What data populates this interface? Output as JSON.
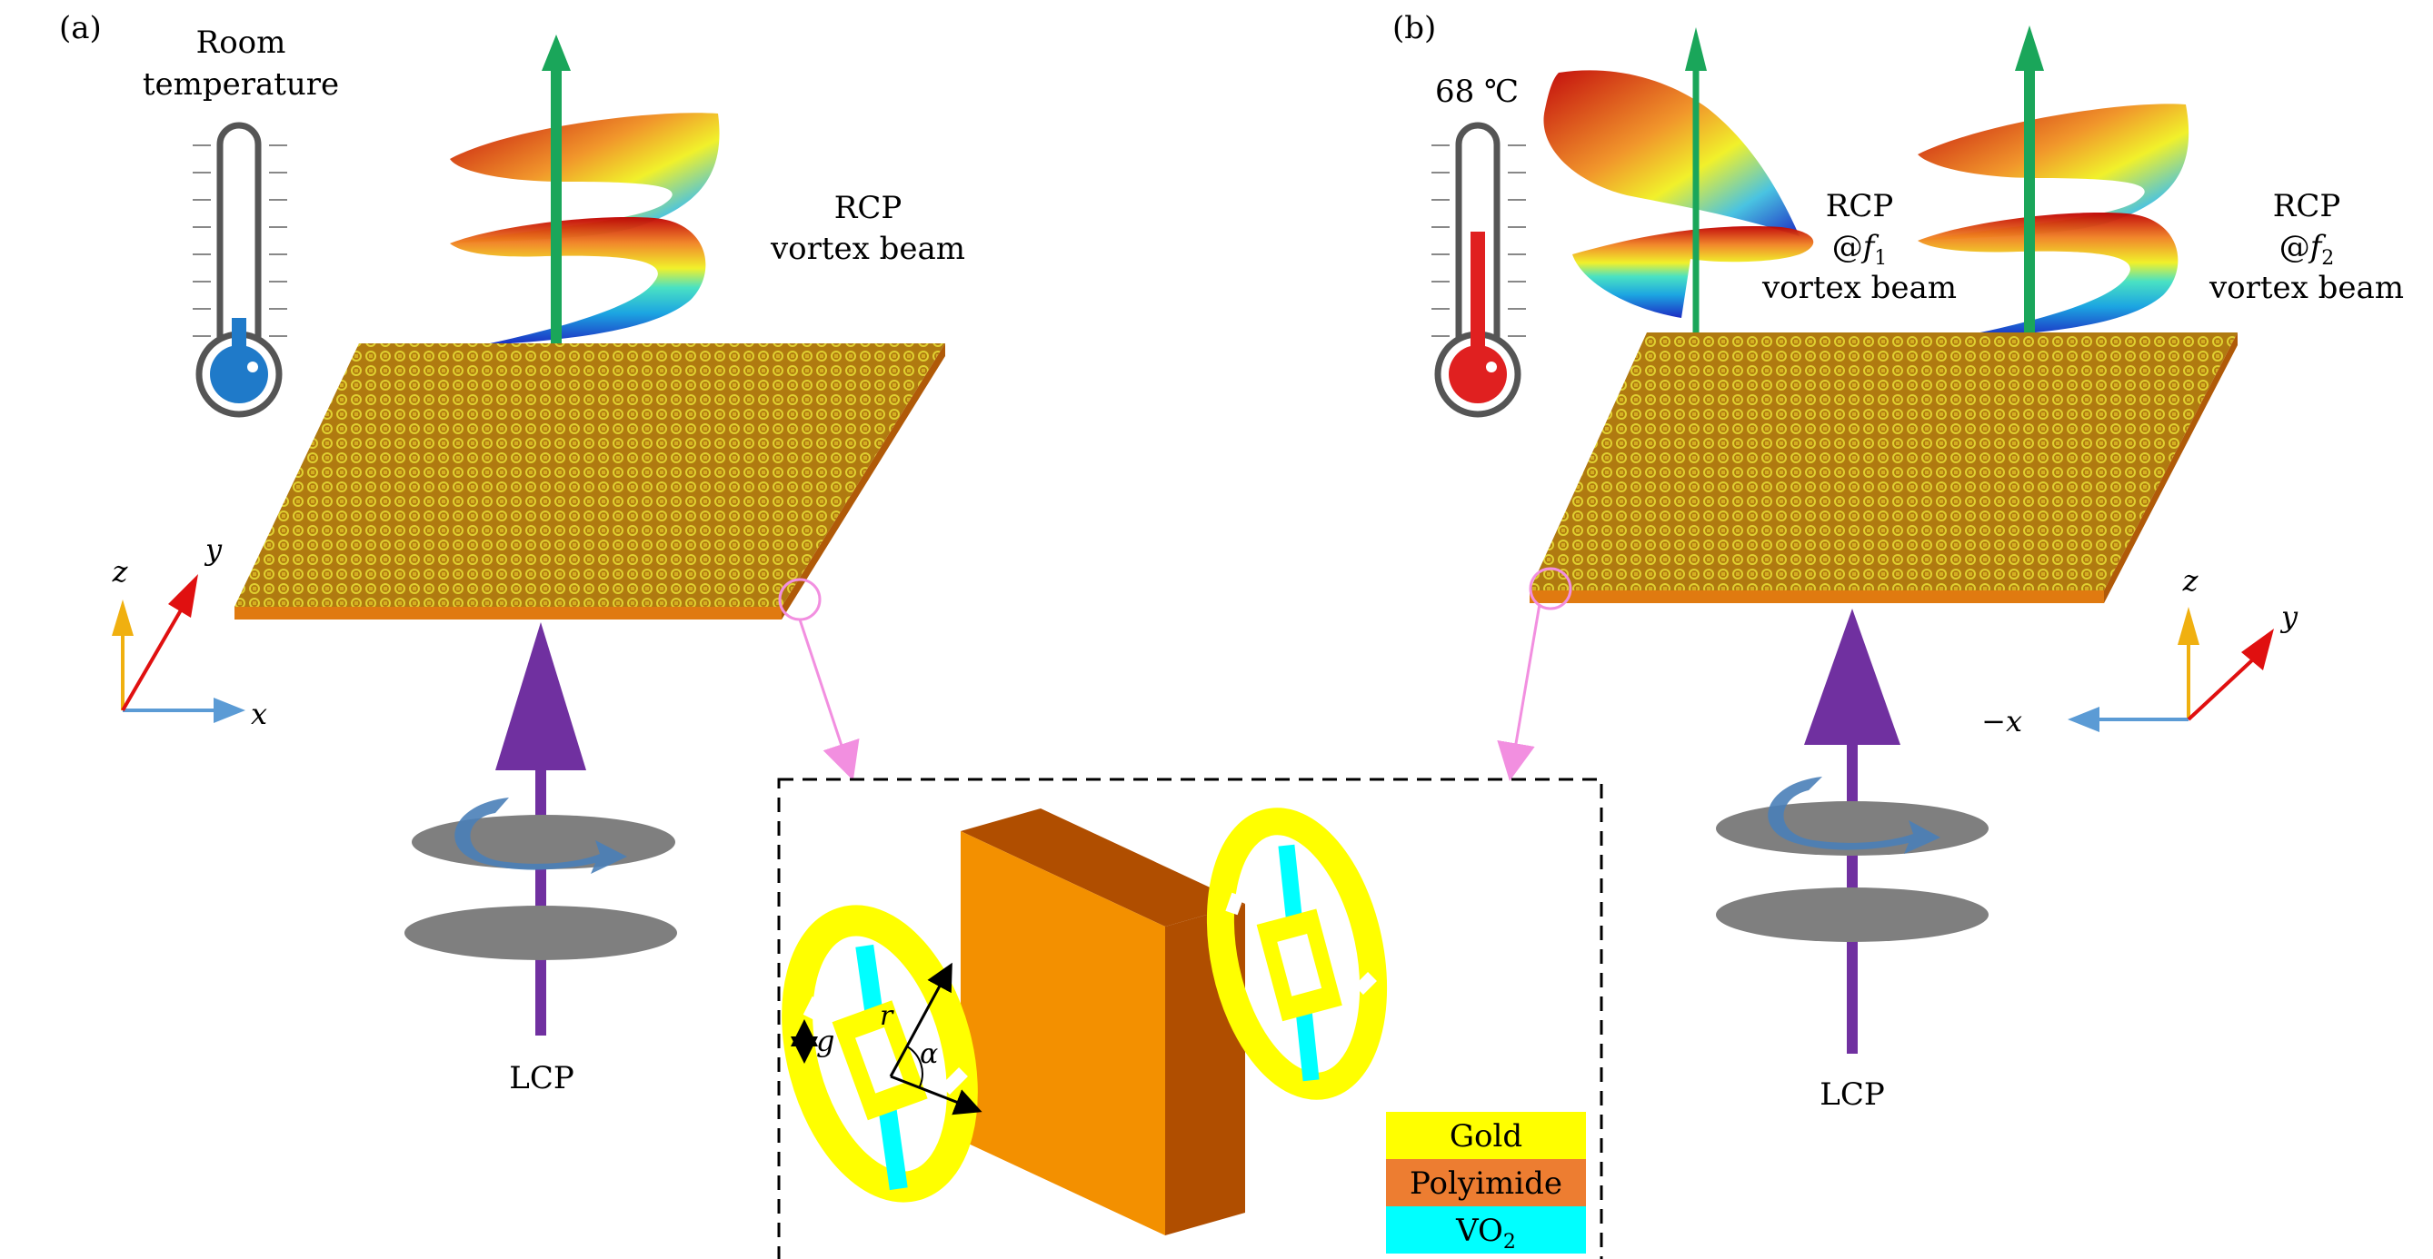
{
  "panel_a": {
    "label": "(a)",
    "temp_line1": "Room",
    "temp_line2": "temperature",
    "beam_line1": "RCP",
    "beam_line2": "vortex beam",
    "input_label": "LCP",
    "axis_x": "x",
    "axis_y": "y",
    "axis_z": "z"
  },
  "panel_b": {
    "label": "(b)",
    "temp": "68 ℃",
    "beam1_line1": "RCP",
    "beam1_line2": "@",
    "beam1_freq": "f",
    "beam1_sub": "1",
    "beam1_line3": "vortex beam",
    "beam2_line1": "RCP",
    "beam2_line2": "@",
    "beam2_freq": "f",
    "beam2_sub": "2",
    "beam2_line3": "vortex beam",
    "input_label": "LCP",
    "axis_x": "−x",
    "axis_y": "y",
    "axis_z": "z"
  },
  "inset": {
    "param_g": "g",
    "param_r": "r",
    "param_alpha": "α",
    "legend": [
      {
        "label": "Gold",
        "color": "#ffff00"
      },
      {
        "label": "Polyimide",
        "color": "#ed7d31"
      },
      {
        "label": "VO",
        "sub": "2",
        "color": "#00ffff"
      }
    ]
  },
  "colors": {
    "green_arrow": "#1aa65a",
    "purple_cone": "#7030a0",
    "substrate": "#b8860b",
    "pink_line": "#f28fe0",
    "thermo_cold": "#1f7ac9",
    "thermo_hot": "#e02020"
  }
}
